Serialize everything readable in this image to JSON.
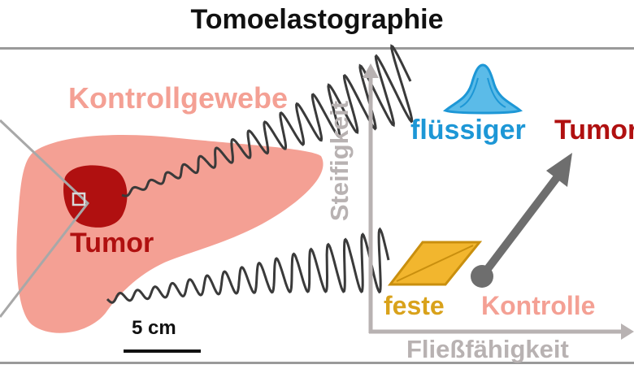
{
  "title": "Tomoelastographie",
  "labels": {
    "control_tissue": "Kontrollgewebe",
    "tumor": "Tumor",
    "scale_bar": "5 cm",
    "fluid": "flüssiger",
    "tumor_right": "Tumor",
    "solid": "feste",
    "control": "Kontrolle"
  },
  "axes": {
    "x_label": "Fließfähigkeit",
    "y_label": "Steifigkeit"
  },
  "colors": {
    "liver": "#f4a094",
    "tumor": "#b01010",
    "fluid": "#1d97d6",
    "solid": "#f2b62e",
    "axis": "#b8b2b2",
    "arrow": "#6e6e6e",
    "wave": "#3a3a3a"
  }
}
